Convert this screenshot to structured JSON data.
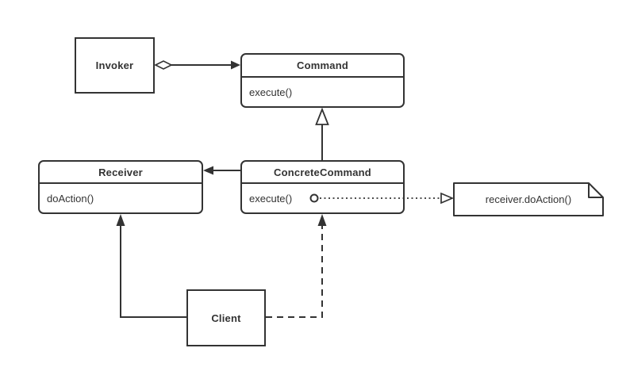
{
  "diagram": {
    "type": "uml-class-diagram",
    "pattern": "Command",
    "background": "#ffffff",
    "stroke_color": "#333333",
    "text_color": "#333333"
  },
  "classes": {
    "invoker": {
      "name": "Invoker"
    },
    "command": {
      "name": "Command",
      "method": "execute()"
    },
    "receiver": {
      "name": "Receiver",
      "method": "doAction()"
    },
    "concrete_command": {
      "name": "ConcreteCommand",
      "method": "execute()"
    },
    "client": {
      "name": "Client"
    }
  },
  "note": {
    "text": "receiver.doAction()"
  },
  "relationships": [
    {
      "from": "Invoker",
      "to": "Command",
      "type": "aggregation",
      "line": "solid",
      "markers": "hollow diamond at Invoker, filled arrow at Command"
    },
    {
      "from": "ConcreteCommand",
      "to": "Command",
      "type": "generalization",
      "line": "solid",
      "markers": "hollow triangle at Command"
    },
    {
      "from": "ConcreteCommand",
      "to": "Receiver",
      "type": "association",
      "line": "solid",
      "markers": "filled arrow at Receiver"
    },
    {
      "from": "Client",
      "to": "Receiver",
      "type": "association",
      "line": "solid",
      "markers": "filled arrow at Receiver bottom"
    },
    {
      "from": "Client",
      "to": "ConcreteCommand",
      "type": "dependency",
      "line": "dashed",
      "markers": "filled arrow at ConcreteCommand bottom"
    },
    {
      "from": "ConcreteCommand.execute()",
      "to": "note",
      "type": "note-anchor",
      "line": "dotted",
      "markers": "circle at method, open arrow at note"
    }
  ]
}
